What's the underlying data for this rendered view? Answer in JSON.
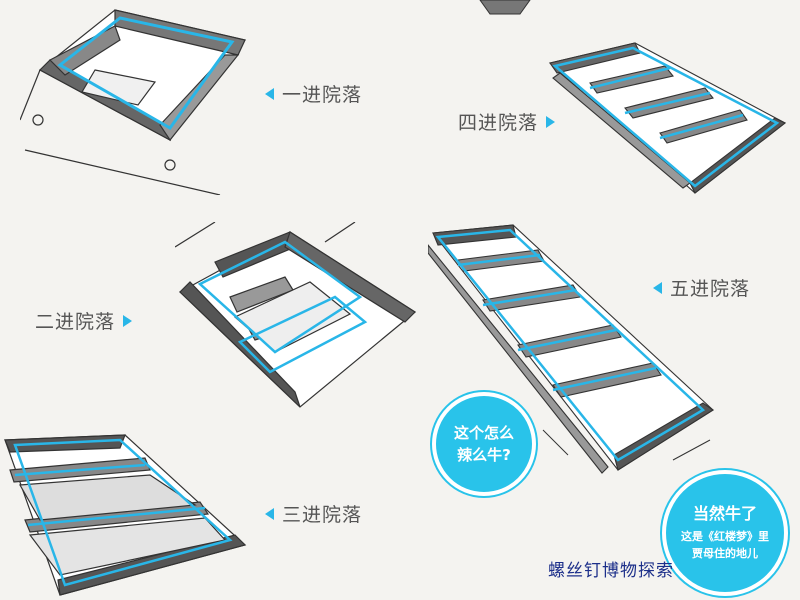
{
  "labels": {
    "one": "一进院落",
    "two": "二进院落",
    "three": "三进院落",
    "four": "四进院落",
    "five": "五进院落"
  },
  "bubble_left": {
    "line1": "这个怎么",
    "line2": "辣么牛?"
  },
  "bubble_right": {
    "title": "当然牛了",
    "line1": "这是《红楼梦》里",
    "line2": "贾母住的地儿"
  },
  "watermark": "螺丝钉博物探索",
  "colors": {
    "accent": "#29b6e8",
    "bubble": "#29c3ea",
    "ink": "#333333",
    "background": "#f4f3f0"
  }
}
